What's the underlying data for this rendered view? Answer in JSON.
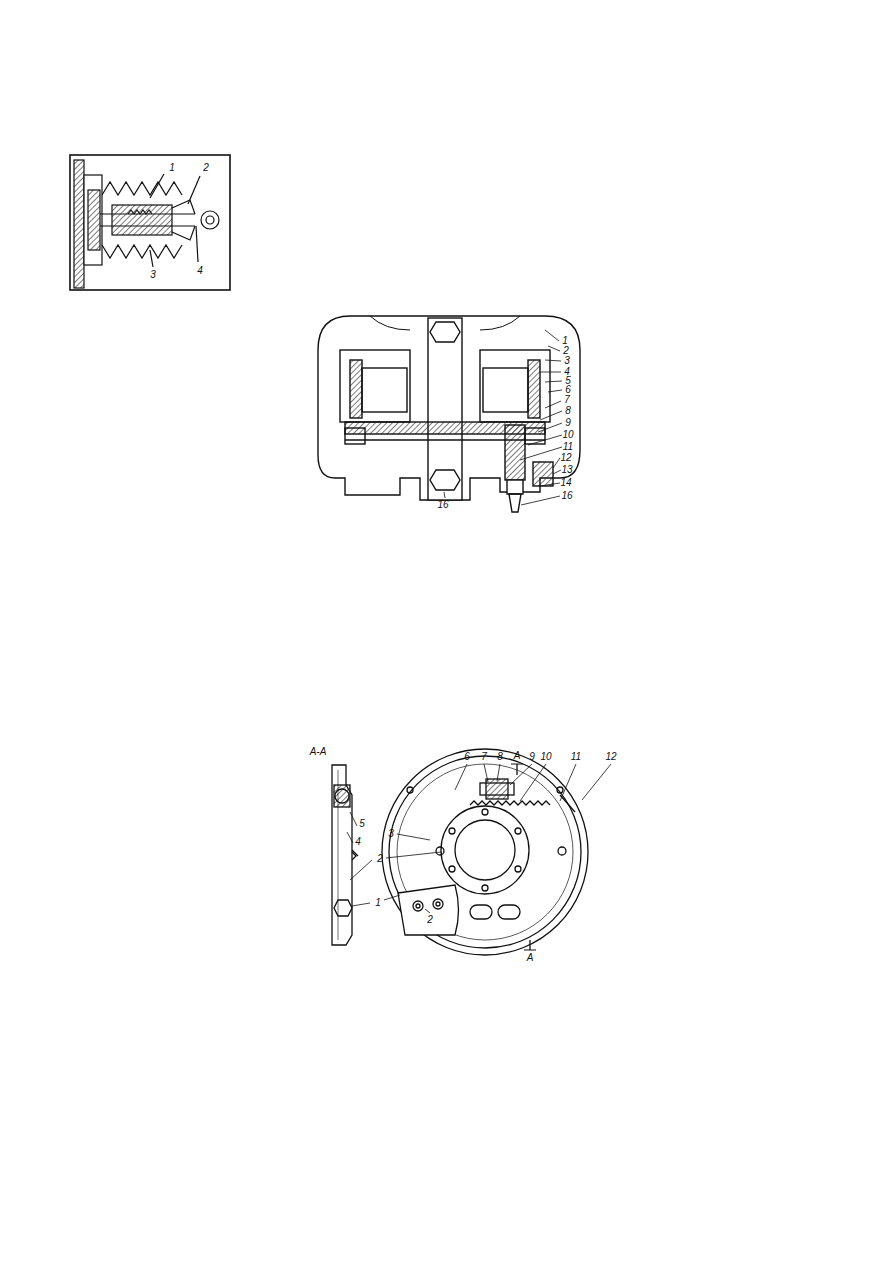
{
  "diagram": {
    "labels": [
      "1",
      "2",
      "3",
      "4",
      "1",
      "2",
      "3",
      "4",
      "5",
      "6",
      "7",
      "8",
      "9",
      "10",
      "11",
      "12",
      "13",
      "14",
      "16",
      "16",
      "A-A",
      "6",
      "7",
      "8",
      "A",
      "9",
      "10",
      "11",
      "12",
      "5",
      "4",
      "3",
      "2",
      "1",
      "2",
      "A"
    ]
  }
}
